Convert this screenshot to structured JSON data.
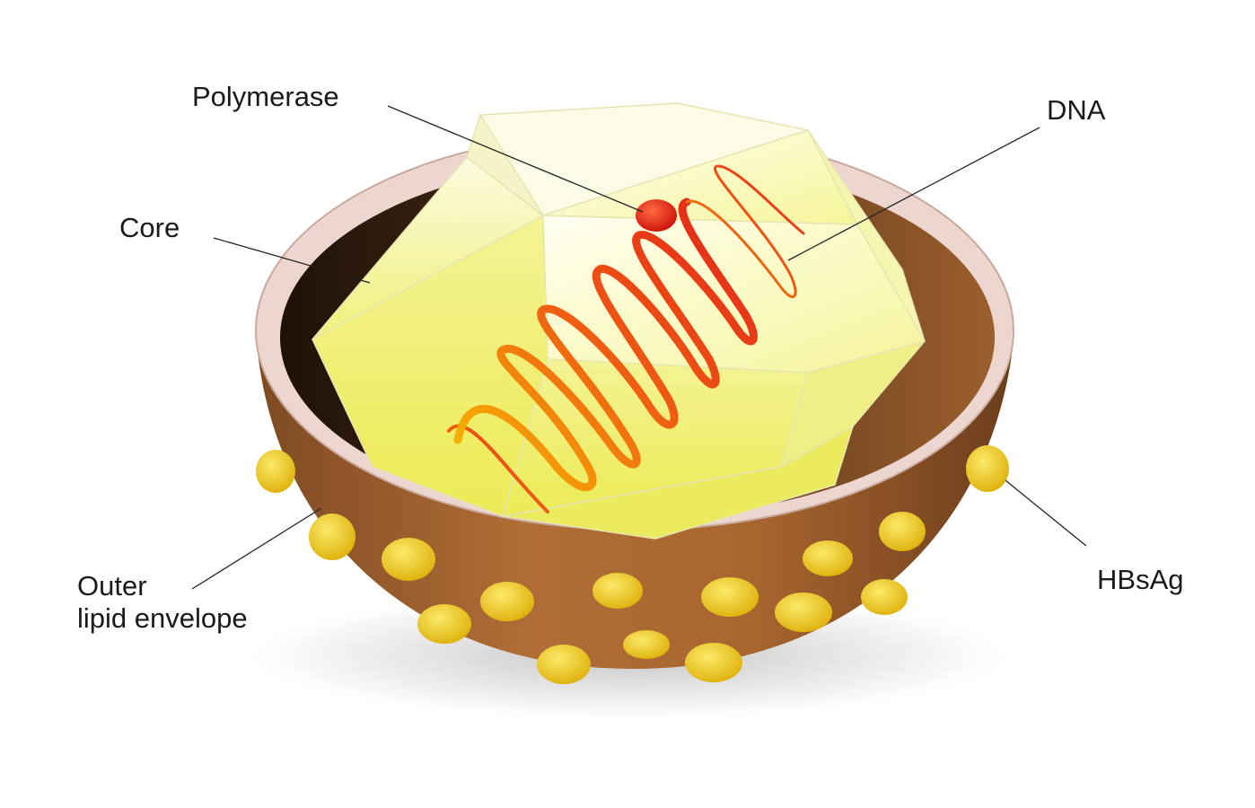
{
  "labels": {
    "polymerase": "Polymerase",
    "dna": "DNA",
    "core": "Core",
    "outer_line1": "Outer",
    "outer_line2": "lipid envelope",
    "hbsag": "HBsAg"
  },
  "colors": {
    "shell_outer": "#a3612c",
    "shell_inner": "#3b230f",
    "rim": "#ecd6cf",
    "core_face": "#f8f7a8",
    "dna_hot": "#e8261c",
    "dna_warm": "#f8b900",
    "polymerase": "#e41f14",
    "spike": "#f2d12a"
  }
}
